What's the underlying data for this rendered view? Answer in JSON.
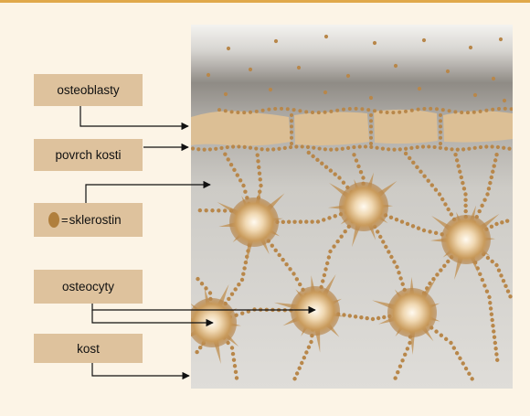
{
  "labels": {
    "osteoblasty": "osteoblasty",
    "povrch_kosti": "povrch kosti",
    "sklerostin_eq": "=",
    "sklerostin": "sklerostin",
    "osteocyty": "osteocyty",
    "kost": "kost"
  },
  "colors": {
    "background": "#fcf4e6",
    "accent_line": "#e0a84a",
    "label_fill": "#dec29d",
    "dot": "#b8874a",
    "osteoblast": "#dcbf95",
    "bone_top": "#8e8a84",
    "bone_bottom": "#dbd9d4"
  },
  "icons": {
    "sklerostin_marker": "brown-oval-icon"
  }
}
